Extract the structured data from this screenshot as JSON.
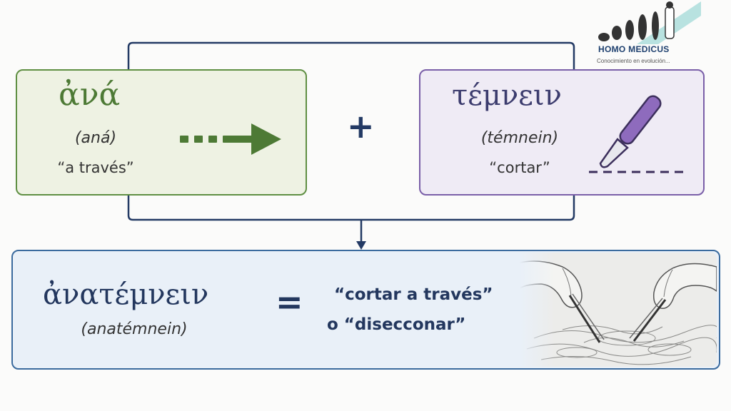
{
  "prefix": {
    "greek": "ἀνά",
    "transliteration": "(aná)",
    "meaning": "“a través”",
    "color": "#4d7a35"
  },
  "root": {
    "greek": "τέμνειν",
    "transliteration": "(témnein)",
    "meaning": "“cortar”",
    "color": "#7a5fa8"
  },
  "operators": {
    "plus": "+",
    "equals": "="
  },
  "result": {
    "greek": "ἀνατέμνειν",
    "transliteration": "(anatémnein)",
    "meaning_line1": "“cortar a través”",
    "meaning_line2": "o “disecconar”",
    "color": "#3b6b9e"
  },
  "logo": {
    "name": "HOMO MEDICUS",
    "tagline": "Conocimiento en evolución..."
  },
  "icons": {
    "prefix_icon": "dashed-arrow-right-icon",
    "root_icon": "scalpel-icon",
    "result_image": "surgical-dissection-illustration"
  }
}
